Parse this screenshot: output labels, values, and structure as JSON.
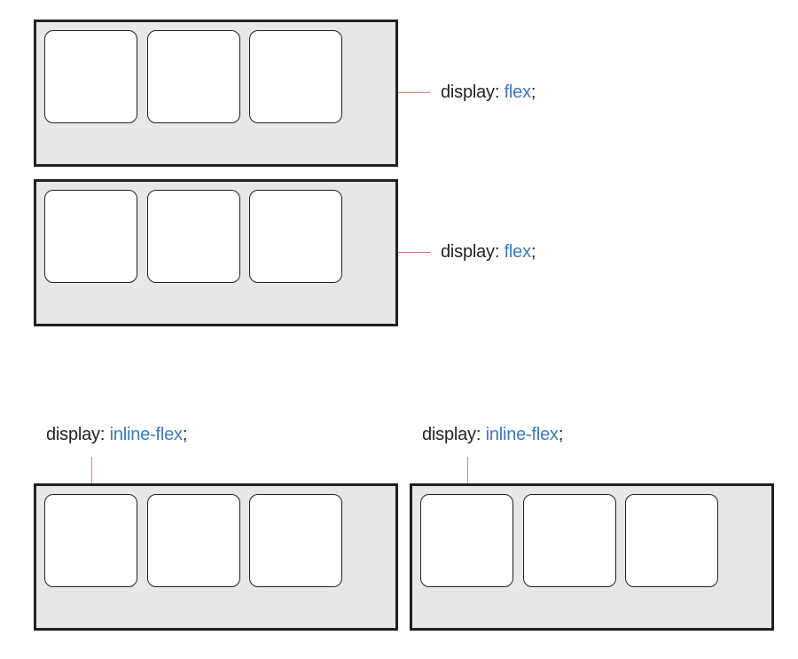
{
  "colors": {
    "container_bg": "#e6e7e8",
    "border": "#231f20",
    "item_bg": "#ffffff",
    "value_text": "#3a7bbf",
    "connector": "#f0826a"
  },
  "diagrams": [
    {
      "id": "flex-1",
      "label": {
        "property": "display:",
        "value": "flex",
        "terminator": ";"
      },
      "items": 3
    },
    {
      "id": "flex-2",
      "label": {
        "property": "display:",
        "value": "flex",
        "terminator": ";"
      },
      "items": 3
    },
    {
      "id": "inline-flex-1",
      "label": {
        "property": "display:",
        "value": "inline-flex",
        "terminator": ";"
      },
      "items": 3
    },
    {
      "id": "inline-flex-2",
      "label": {
        "property": "display:",
        "value": "inline-flex",
        "terminator": ";"
      },
      "items": 3
    }
  ]
}
